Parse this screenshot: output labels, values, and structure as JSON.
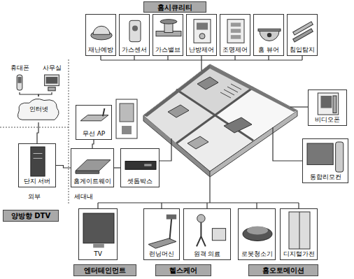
{
  "diagram": {
    "nodes": [
      {
        "text": [
          "홈시큐리티"
        ]
      },
      {
        "text": [
          "재난예방"
        ]
      },
      {
        "text": [
          "가스센서"
        ]
      },
      {
        "text": [
          "가스밸브"
        ]
      },
      {
        "text": [
          "난방제어"
        ]
      },
      {
        "text": [
          "조명제어"
        ]
      },
      {
        "text": [
          "홈 뷰어"
        ]
      },
      {
        "text": [
          "침입탐지"
        ]
      },
      {
        "text": [
          "휴대폰"
        ]
      },
      {
        "text": [
          "사무실"
        ]
      },
      {
        "text": [
          "인터넷"
        ]
      },
      {
        "text": [
          "무선 AP"
        ]
      },
      {
        "text": [
          "비디오폰"
        ]
      },
      {
        "text": [
          "단지 서버"
        ]
      },
      {
        "text": [
          "홈게이트웨이"
        ]
      },
      {
        "text": [
          "셋톱박스"
        ]
      },
      {
        "text": [
          "통합리모컨"
        ]
      },
      {
        "text": [
          "양방향 DTV"
        ]
      },
      {
        "text": [
          "TV"
        ]
      },
      {
        "text": [
          "런닝머신"
        ]
      },
      {
        "text": [
          "원격 의료"
        ]
      },
      {
        "text": [
          "로봇청소기"
        ]
      },
      {
        "text": [
          "디지털가전"
        ]
      },
      {
        "text": [
          "엔터테인먼트"
        ]
      },
      {
        "text": [
          "헬스케어"
        ]
      },
      {
        "text": [
          "홈오토메이션"
        ]
      }
    ],
    "edges": [
      {
        "from": 8,
        "to": 10,
        "arrow": "none"
      },
      {
        "from": 9,
        "to": 10,
        "arrow": "none"
      },
      {
        "from": 10,
        "to": 13,
        "arrow": "none"
      },
      {
        "from": 13,
        "to": 14,
        "arrow": "none"
      },
      {
        "from": 11,
        "to": 14,
        "arrow": "none"
      },
      {
        "from": 14,
        "to": 15,
        "arrow": "none"
      }
    ],
    "labels": [
      "외부",
      "세대내"
    ]
  }
}
